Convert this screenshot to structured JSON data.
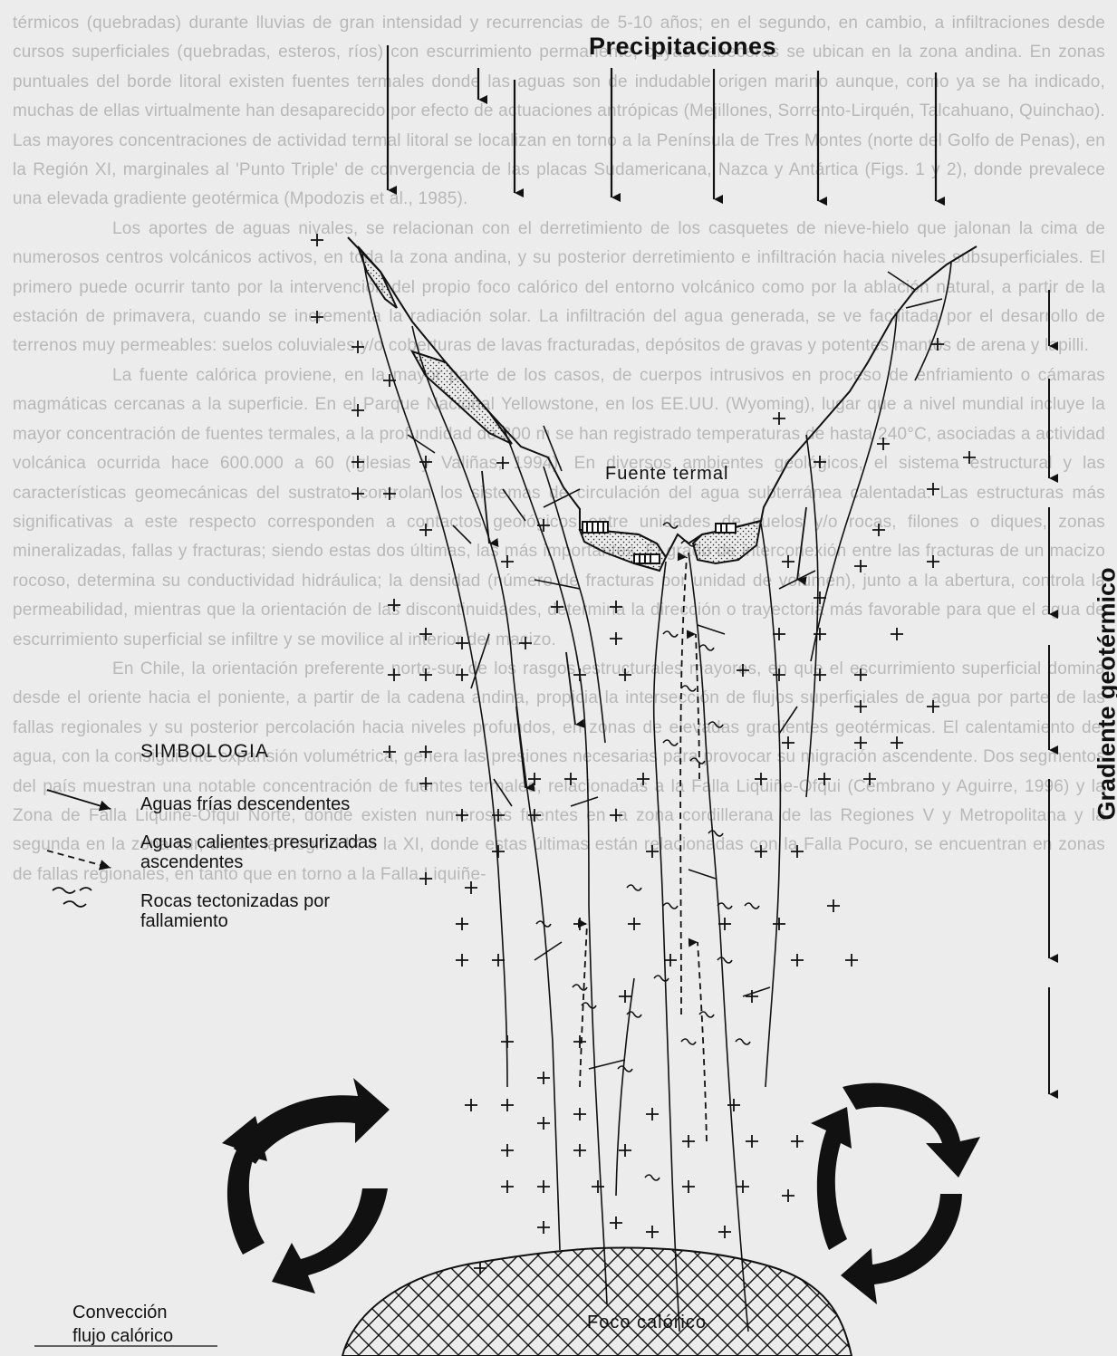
{
  "diagram": {
    "title": "Precipitaciones",
    "hot_spring_label": "Fuente termal",
    "gradient_label": "Gradiente geotérmico",
    "heat_source_label": "Foco calórico",
    "convection_label": [
      "Convección",
      "flujo calórico"
    ],
    "icons": [
      "down-arrow-icon",
      "convection-arrow-icon",
      "plus-symbol-icon",
      "tectonized-rock-icon",
      "hatched-heat-source-icon"
    ],
    "colors": {
      "ink": "#111111",
      "paper": "#ececec",
      "faded_text": "#b8b8b8"
    }
  },
  "legend": {
    "title": "SIMBOLOGIA",
    "items": [
      {
        "label": "Aguas frías descendentes",
        "icon": "solid-arrow-icon"
      },
      {
        "label": "Aguas calientes presurizadas ascendentes",
        "lines": [
          "Aguas calientes presurizadas",
          "ascendentes"
        ],
        "icon": "dashed-arrow-icon"
      },
      {
        "label": "Rocas tectonizadas por fallamiento",
        "lines": [
          "Rocas tectonizadas por",
          "fallamiento"
        ],
        "icon": "tectonized-rock-icon"
      }
    ]
  },
  "background_text": {
    "paragraphs": [
      "térmicos (quebradas) durante lluvias de gran intensidad y recurrencias de 5-10 años; en el segundo, en cambio, a infiltraciones desde cursos superficiales (quebradas, esteros, ríos) con escurrimiento permanente, cuyas cabeceras se ubican en la zona andina. En zonas puntuales del borde litoral existen fuentes termales donde las aguas son de indudable origen marino aunque, como ya se ha indicado, muchas de ellas virtualmente han desaparecido por efecto de actuaciones antrópicas (Mejillones, Sorrento-Lirquén, Talcahuano, Quinchao). Las mayores concentraciones de actividad termal litoral se localizan en torno a la Península de Tres Montes (norte del Golfo de Penas), en la Región XI, marginales al 'Punto Triple' de convergencia de las placas Sudamericana, Nazca y Antártica (Figs. 1 y 2), donde prevalece una elevada gradiente geotérmica (Mpodozis et al., 1985).",
      "Los aportes de aguas nivales, se relacionan con el derretimiento de los casquetes de nieve-hielo que jalonan la cima de numerosos centros volcánicos activos, en toda la zona andina, y su posterior derretimiento e infiltración hacia niveles subsuperficiales. El primero puede ocurrir tanto por la intervención del propio foco calórico del entorno volcánico como por la ablación natural, a partir de la estación de primavera, cuando se incrementa la radiación solar. La infiltración del agua generada, se ve facilitada por el desarrollo de terrenos muy permeables: suelos coluviales y/o coberturas de lavas fracturadas, depósitos de gravas y potentes mantos de arena y lapilli.",
      "La fuente calórica proviene, en la mayor parte de los casos, de cuerpos intrusivos en proceso de enfriamiento o cámaras magmáticas cercanas a la superficie. En el Parque Nacional Yellowstone, en los EE.UU. (Wyoming), lugar que a nivel mundial incluye la mayor concentración de fuentes termales, a la profundidad de 300 m se han registrado temperaturas de hasta 240°C, asociadas a actividad volcánica ocurrida hace 600.000 a 60 (Iglesias y Valiñas, 1994). En diversos ambientes geológicos, el sistema estructural y las características geomecánicas del sustrato controlan los sistemas de circulación del agua subterránea calentada. Las estructuras más significativas a este respecto corresponden a contactos geológicos entre unidades de suelos y/o rocas, filones o diques, zonas mineralizadas, fallas y fracturas; siendo estas dos últimas, las más importantes. El grado de interconexión entre las fracturas de un macizo rocoso, determina su conductividad hidráulica; la densidad (número de fracturas por unidad de volumen), junto a la abertura, controla la permeabilidad, mientras que la orientación de las discontinuidades, determina la dirección o trayectoria más favorable para que el agua de escurrimiento superficial se infiltre y se movilice al interior del macizo.",
      "En Chile, la orientación preferente norte-sur de los rasgos estructurales mayores, en que el escurrimiento superficial domina desde el oriente hacia el poniente, a partir de la cadena andina, propicia la intersección de flujos superficiales de agua por parte de las fallas regionales y su posterior percolación hacia niveles profundos, en zonas de elevadas gradientes geotérmicas. El calentamiento del agua, con la consiguiente expansión volumétrica, genera las presiones necesarias para provocar su migración ascendente. Dos segmentos del país muestran una notable concentración de fuentes termales, relacionadas a la Falla Liquiñe-Ofqui (Cembrano y Aguirre, 1996) y la Zona de Falla Liquiñe-Ofqui Norte, donde existen numerosas fuentes en la zona cordillerana de las Regiones V y Metropolitana y la segunda en la zona sur, desde la Región IX a la XI, donde estas últimas están relacionadas con la Falla Pocuro, se encuentran en zonas de fallas regionales, en tanto que en torno a la Falla Liquiñe-"
    ]
  }
}
